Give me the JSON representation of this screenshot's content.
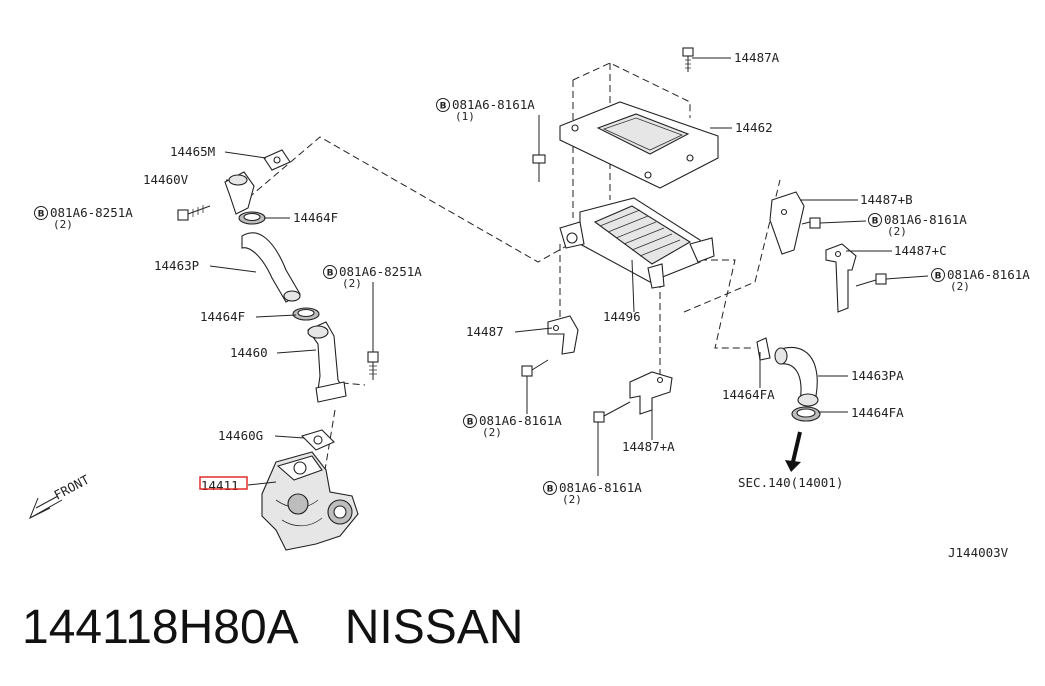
{
  "diagram": {
    "code": "J144003V",
    "front_label": "FRONT",
    "section_ref": "SEC.140(14001)",
    "labels": {
      "p14487A": "14487A",
      "p14462": "14462",
      "p14465M": "14465M",
      "p14460V": "14460V",
      "p14464F_top": "14464F",
      "p14463P": "14463P",
      "p14464F_bottom": "14464F",
      "p14460": "14460",
      "p14460G": "14460G",
      "p14411": "14411",
      "p14487": "14487",
      "p14496": "14496",
      "p14487B": "14487+B",
      "p14487C": "14487+C",
      "p14487A_plus": "14487+A",
      "p14464FA_left": "14464FA",
      "p14463PA": "14463PA",
      "p14464FA_right": "14464FA"
    },
    "bolts": {
      "b1": {
        "code": "081A6-8161A",
        "qty": "(1)"
      },
      "b2": {
        "code": "081A6-8251A",
        "qty": "(2)"
      },
      "b3": {
        "code": "081A6-8251A",
        "qty": "(2)"
      },
      "b4": {
        "code": "081A6-8161A",
        "qty": "(2)"
      },
      "b5": {
        "code": "081A6-8161A",
        "qty": "(2)"
      },
      "b6": {
        "code": "081A6-8161A",
        "qty": "(2)"
      },
      "b7": {
        "code": "081A6-8161A",
        "qty": "(2)"
      }
    },
    "bolt_prefix": "B",
    "highlight_color": "#e0201c"
  },
  "footer": {
    "part_number": "144118H80A",
    "brand": "NISSAN"
  }
}
